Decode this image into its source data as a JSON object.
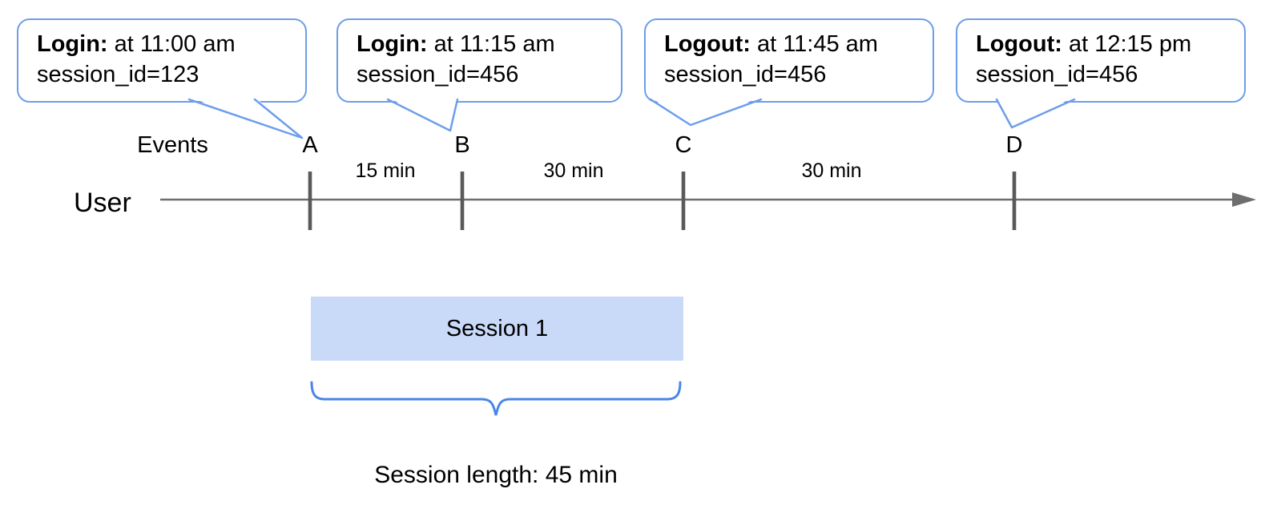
{
  "callouts": [
    {
      "title": "Login:",
      "time": "at 11:00 am",
      "session": "session_id=123"
    },
    {
      "title": "Login:",
      "time": "at 11:15 am",
      "session": "session_id=456"
    },
    {
      "title": "Logout:",
      "time": "at 11:45 am",
      "session": "session_id=456"
    },
    {
      "title": "Logout:",
      "time": "at 12:15 pm",
      "session": "session_id=456"
    }
  ],
  "timeline": {
    "user_label": "User",
    "events_label": "Events",
    "markers": [
      {
        "id": "A"
      },
      {
        "id": "B"
      },
      {
        "id": "C"
      },
      {
        "id": "D"
      }
    ],
    "intervals": [
      "15 min",
      "30 min",
      "30 min"
    ]
  },
  "session": {
    "label": "Session 1",
    "length_label": "Session length: 45 min"
  },
  "colors": {
    "callout_border": "#6d9eeb",
    "session_fill": "#c9daf8",
    "brace": "#4a86e8",
    "axis": "#6e6e6e",
    "tick": "#595959"
  }
}
